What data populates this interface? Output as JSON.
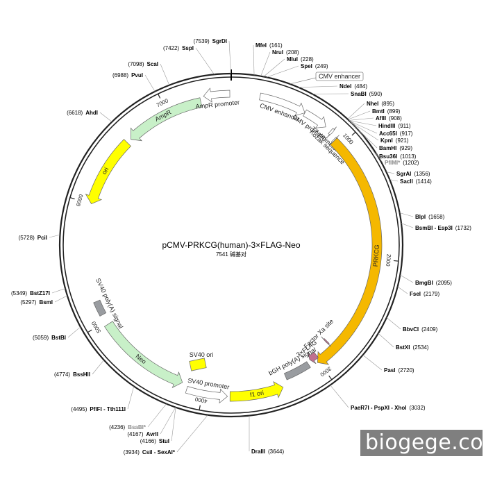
{
  "title": "pCMV-PRKCG(human)-3×FLAG-Neo",
  "subtitle": "7541 碱基对",
  "total_bp": 7541,
  "watermark": "biogege.com",
  "ticks": [
    {
      "bp": 1000,
      "label": "1000"
    },
    {
      "bp": 2000,
      "label": "2000"
    },
    {
      "bp": 3000,
      "label": "3000"
    },
    {
      "bp": 4000,
      "label": "4000"
    },
    {
      "bp": 5000,
      "label": "5000"
    },
    {
      "bp": 6000,
      "label": "6000"
    },
    {
      "bp": 7000,
      "label": "7000"
    }
  ],
  "features": [
    {
      "name": "CMV enhancer",
      "start": 230,
      "end": 610,
      "dir": 1,
      "color": "#ffffff",
      "kind": "arrow"
    },
    {
      "name": "CMV promoter",
      "start": 610,
      "end": 810,
      "dir": 1,
      "color": "#ffffff",
      "kind": "arrow"
    },
    {
      "name": "T7 promoter",
      "start": 860,
      "end": 880,
      "dir": 1,
      "color": "#ffffff",
      "kind": "arrow"
    },
    {
      "name": "Kozak sequence",
      "start": 925,
      "end": 935,
      "dir": 1,
      "color": "#ffffff",
      "kind": "arrow"
    },
    {
      "name": "PRKCG",
      "start": 935,
      "end": 3010,
      "dir": 1,
      "color": "#f5b800",
      "kind": "arrow"
    },
    {
      "name": "Factor Xa site",
      "start": 2830,
      "end": 2842,
      "dir": 1,
      "color": "#c07090",
      "kind": "arrow"
    },
    {
      "name": "3×FLAG",
      "start": 2980,
      "end": 3050,
      "dir": 1,
      "color": "#c07090",
      "kind": "arrow"
    },
    {
      "name": "bGH poly(A) signal",
      "start": 3080,
      "end": 3300,
      "dir": 0,
      "color": "#999ca0",
      "kind": "box"
    },
    {
      "name": "f1 ori",
      "start": 3350,
      "end": 3780,
      "dir": -1,
      "color": "#ffff00",
      "kind": "arrow"
    },
    {
      "name": "SV40 promoter",
      "start": 3800,
      "end": 4130,
      "dir": -1,
      "color": "#ffffff",
      "kind": "arrow"
    },
    {
      "name": "Neo",
      "start": 4180,
      "end": 4970,
      "dir": -1,
      "color": "#c8f0c8",
      "kind": "arrow"
    },
    {
      "name": "SV40 poly(A) signal",
      "start": 5060,
      "end": 5180,
      "dir": 0,
      "color": "#999ca0",
      "kind": "box"
    },
    {
      "name": "ori",
      "start": 6000,
      "end": 6590,
      "dir": -1,
      "color": "#ffff00",
      "kind": "arrow"
    },
    {
      "name": "AmpR",
      "start": 6630,
      "end": 7290,
      "dir": -1,
      "color": "#c8f0c8",
      "kind": "arrow"
    },
    {
      "name": "AmpR promoter",
      "start": 7320,
      "end": 7530,
      "dir": -1,
      "color": "#ffffff",
      "kind": "arrow"
    },
    {
      "name": "SV40 ori",
      "start": 0,
      "end": 0,
      "dir": 0,
      "color": "#ffff00",
      "kind": "floating"
    }
  ],
  "sites": [
    {
      "name": "MfeI",
      "pos": "161",
      "side": "right",
      "gray": false
    },
    {
      "name": "NruI",
      "pos": "208",
      "side": "right",
      "gray": false
    },
    {
      "name": "MluI",
      "pos": "228",
      "side": "right",
      "gray": false
    },
    {
      "name": "SpeI",
      "pos": "249",
      "side": "right",
      "gray": false
    },
    {
      "name": "NdeI",
      "pos": "484",
      "side": "right",
      "gray": false
    },
    {
      "name": "SnaBI",
      "pos": "590",
      "side": "right",
      "gray": false
    },
    {
      "name": "NheI",
      "pos": "895",
      "side": "right",
      "gray": false
    },
    {
      "name": "BmtI",
      "pos": "899",
      "side": "right",
      "gray": false
    },
    {
      "name": "AflII",
      "pos": "908",
      "side": "right",
      "gray": false
    },
    {
      "name": "HindIII",
      "pos": "911",
      "side": "right",
      "gray": false
    },
    {
      "name": "Acc65I",
      "pos": "917",
      "side": "right",
      "gray": false
    },
    {
      "name": "KpnI",
      "pos": "921",
      "side": "right",
      "gray": false
    },
    {
      "name": "BamHI",
      "pos": "929",
      "side": "right",
      "gray": false
    },
    {
      "name": "Bsu36I",
      "pos": "1013",
      "side": "right",
      "gray": false
    },
    {
      "name": "PflMI*",
      "pos": "1202",
      "side": "right",
      "gray": true
    },
    {
      "name": "SgrAI",
      "pos": "1356",
      "side": "right",
      "gray": false
    },
    {
      "name": "SacII",
      "pos": "1414",
      "side": "right",
      "gray": false
    },
    {
      "name": "BlpI",
      "pos": "1658",
      "side": "right",
      "gray": false
    },
    {
      "name": "BsmBI - Esp3I",
      "pos": "1732",
      "side": "right",
      "gray": false
    },
    {
      "name": "BmgBI",
      "pos": "2095",
      "side": "right",
      "gray": false
    },
    {
      "name": "FseI",
      "pos": "2179",
      "side": "right",
      "gray": false
    },
    {
      "name": "BbvCI",
      "pos": "2409",
      "side": "right",
      "gray": false
    },
    {
      "name": "BstXI",
      "pos": "2534",
      "side": "right",
      "gray": false
    },
    {
      "name": "PasI",
      "pos": "2720",
      "side": "right",
      "gray": false
    },
    {
      "name": "PaeR7I - PspXI - XhoI",
      "pos": "3032",
      "side": "right",
      "gray": false
    },
    {
      "name": "DraIII",
      "pos": "3644",
      "side": "bottom",
      "gray": false
    },
    {
      "name": "CsiI - SexAI*",
      "pos": "3934",
      "side": "left",
      "gray": false
    },
    {
      "name": "StuI",
      "pos": "4166",
      "side": "left",
      "gray": false
    },
    {
      "name": "AvrII",
      "pos": "4167",
      "side": "left",
      "gray": false
    },
    {
      "name": "BsaBI*",
      "pos": "4236",
      "side": "left",
      "gray": true
    },
    {
      "name": "PflFI - Tth111I",
      "pos": "4495",
      "side": "left",
      "gray": false
    },
    {
      "name": "BssHII",
      "pos": "4774",
      "side": "left",
      "gray": false
    },
    {
      "name": "BstBI",
      "pos": "5059",
      "side": "left",
      "gray": false
    },
    {
      "name": "BsmI",
      "pos": "5297",
      "side": "left",
      "gray": false
    },
    {
      "name": "BstZ17I",
      "pos": "5349",
      "side": "left",
      "gray": false
    },
    {
      "name": "PciI",
      "pos": "5728",
      "side": "left",
      "gray": false
    },
    {
      "name": "AhdI",
      "pos": "6618",
      "side": "left",
      "gray": false
    },
    {
      "name": "PvuI",
      "pos": "6988",
      "side": "left",
      "gray": false
    },
    {
      "name": "ScaI",
      "pos": "7098",
      "side": "left",
      "gray": false
    },
    {
      "name": "SspI",
      "pos": "7422",
      "side": "left",
      "gray": false
    },
    {
      "name": "SgrDI",
      "pos": "7539",
      "side": "left",
      "gray": false
    }
  ]
}
